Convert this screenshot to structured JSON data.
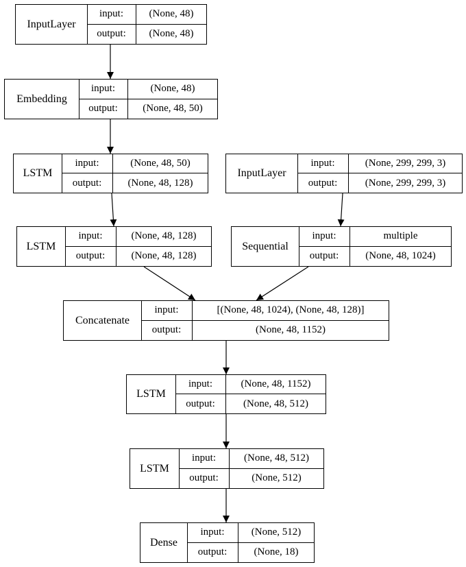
{
  "labels": {
    "input": "input:",
    "output": "output:"
  },
  "nodes": [
    {
      "id": "input-layer-1",
      "name": "InputLayer",
      "input": "(None, 48)",
      "output": "(None, 48)"
    },
    {
      "id": "embedding",
      "name": "Embedding",
      "input": "(None, 48)",
      "output": "(None, 48, 50)"
    },
    {
      "id": "lstm-1",
      "name": "LSTM",
      "input": "(None, 48, 50)",
      "output": "(None, 48, 128)"
    },
    {
      "id": "input-layer-2",
      "name": "InputLayer",
      "input": "(None, 299, 299, 3)",
      "output": "(None, 299, 299, 3)"
    },
    {
      "id": "lstm-2",
      "name": "LSTM",
      "input": "(None, 48, 128)",
      "output": "(None, 48, 128)"
    },
    {
      "id": "sequential",
      "name": "Sequential",
      "input": "multiple",
      "output": "(None, 48, 1024)"
    },
    {
      "id": "concatenate",
      "name": "Concatenate",
      "input": "[(None, 48, 1024), (None, 48, 128)]",
      "output": "(None, 48, 1152)"
    },
    {
      "id": "lstm-3",
      "name": "LSTM",
      "input": "(None, 48, 1152)",
      "output": "(None, 48, 512)"
    },
    {
      "id": "lstm-4",
      "name": "LSTM",
      "input": "(None, 48, 512)",
      "output": "(None, 512)"
    },
    {
      "id": "dense",
      "name": "Dense",
      "input": "(None, 512)",
      "output": "(None, 18)"
    }
  ],
  "edges": [
    {
      "from": "input-layer-1",
      "to": "embedding"
    },
    {
      "from": "embedding",
      "to": "lstm-1"
    },
    {
      "from": "lstm-1",
      "to": "lstm-2"
    },
    {
      "from": "input-layer-2",
      "to": "sequential"
    },
    {
      "from": "lstm-2",
      "to": "concatenate"
    },
    {
      "from": "sequential",
      "to": "concatenate"
    },
    {
      "from": "concatenate",
      "to": "lstm-3"
    },
    {
      "from": "lstm-3",
      "to": "lstm-4"
    },
    {
      "from": "lstm-4",
      "to": "dense"
    }
  ]
}
